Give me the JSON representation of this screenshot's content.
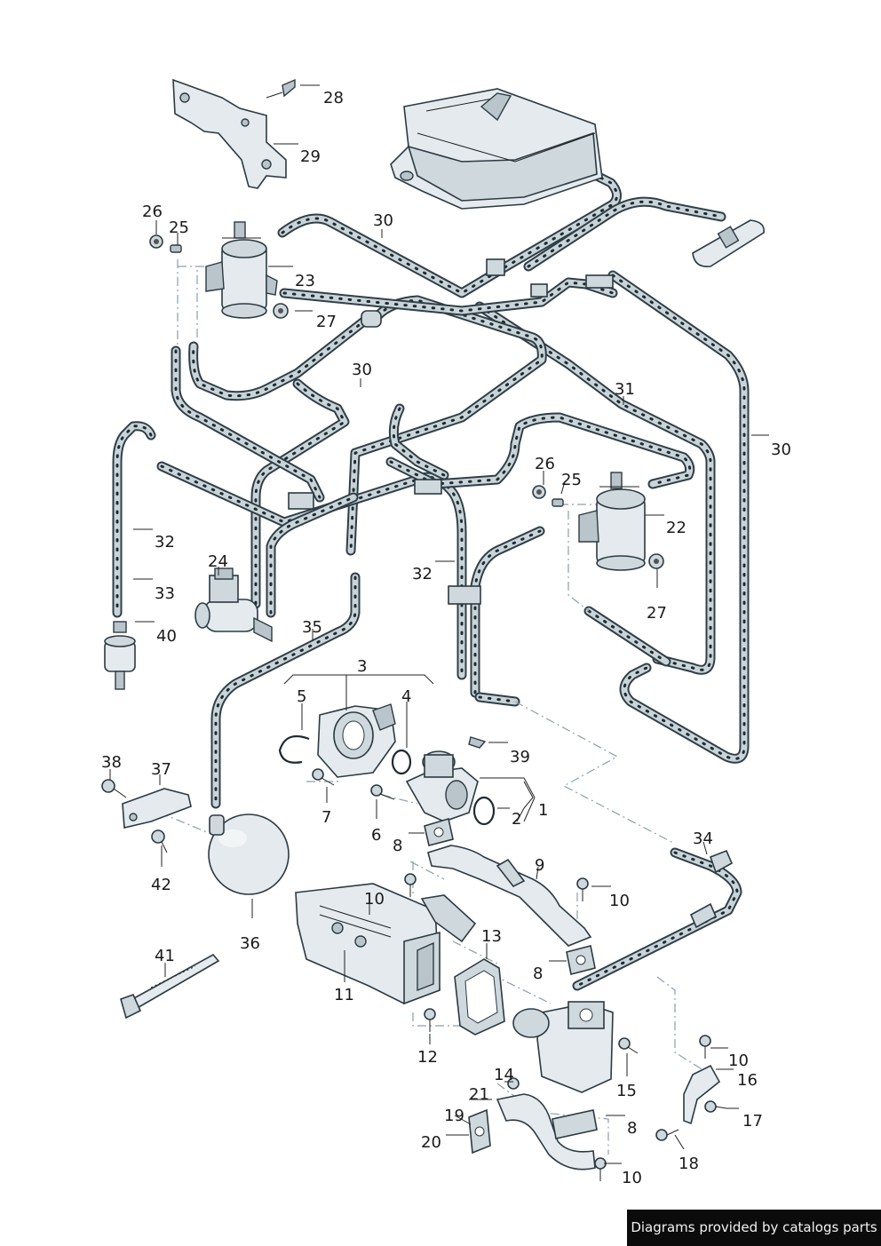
{
  "diagram": {
    "labels": [
      {
        "id": "28",
        "text": "28"
      },
      {
        "id": "29",
        "text": "29"
      },
      {
        "id": "26a",
        "text": "26"
      },
      {
        "id": "25a",
        "text": "25"
      },
      {
        "id": "30a",
        "text": "30"
      },
      {
        "id": "23",
        "text": "23"
      },
      {
        "id": "27a",
        "text": "27"
      },
      {
        "id": "30b",
        "text": "30"
      },
      {
        "id": "31",
        "text": "31"
      },
      {
        "id": "30c",
        "text": "30"
      },
      {
        "id": "26b",
        "text": "26"
      },
      {
        "id": "25b",
        "text": "25"
      },
      {
        "id": "22",
        "text": "22"
      },
      {
        "id": "32a",
        "text": "32"
      },
      {
        "id": "24",
        "text": "24"
      },
      {
        "id": "33",
        "text": "33"
      },
      {
        "id": "32b",
        "text": "32"
      },
      {
        "id": "27b",
        "text": "27"
      },
      {
        "id": "40",
        "text": "40"
      },
      {
        "id": "35",
        "text": "35"
      },
      {
        "id": "3",
        "text": "3"
      },
      {
        "id": "5",
        "text": "5"
      },
      {
        "id": "4",
        "text": "4"
      },
      {
        "id": "39",
        "text": "39"
      },
      {
        "id": "38",
        "text": "38"
      },
      {
        "id": "37",
        "text": "37"
      },
      {
        "id": "7",
        "text": "7"
      },
      {
        "id": "1",
        "text": "1"
      },
      {
        "id": "2",
        "text": "2"
      },
      {
        "id": "6",
        "text": "6"
      },
      {
        "id": "8a",
        "text": "8"
      },
      {
        "id": "34",
        "text": "34"
      },
      {
        "id": "42",
        "text": "42"
      },
      {
        "id": "9",
        "text": "9"
      },
      {
        "id": "10a",
        "text": "10"
      },
      {
        "id": "10b",
        "text": "10"
      },
      {
        "id": "36",
        "text": "36"
      },
      {
        "id": "13",
        "text": "13"
      },
      {
        "id": "41",
        "text": "41"
      },
      {
        "id": "11",
        "text": "11"
      },
      {
        "id": "8b",
        "text": "8"
      },
      {
        "id": "12",
        "text": "12"
      },
      {
        "id": "10c",
        "text": "10"
      },
      {
        "id": "16",
        "text": "16"
      },
      {
        "id": "14",
        "text": "14"
      },
      {
        "id": "15",
        "text": "15"
      },
      {
        "id": "21",
        "text": "21"
      },
      {
        "id": "17",
        "text": "17"
      },
      {
        "id": "19",
        "text": "19"
      },
      {
        "id": "8c",
        "text": "8"
      },
      {
        "id": "20",
        "text": "20"
      },
      {
        "id": "18",
        "text": "18"
      },
      {
        "id": "10d",
        "text": "10"
      }
    ]
  },
  "footer": {
    "text": "Diagrams provided by catalogs parts"
  },
  "colors": {
    "hose_outline": "#2f3f48",
    "hose_fill": "#c9d4d8",
    "part_fill": "#e4eaed",
    "background": "#ffffff",
    "footer_bg": "#0b0b0b"
  }
}
